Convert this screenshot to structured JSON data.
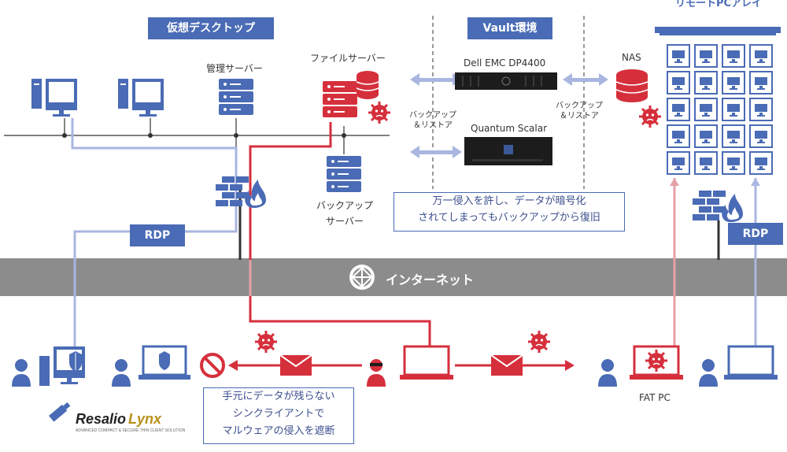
{
  "sections": {
    "virtual_desktop": "仮想デスクトップ",
    "vault": "Vault環境",
    "remote_pc_array": "リモートPCアレイ"
  },
  "labels": {
    "mgmt_server": "管理サーバー",
    "file_server": "ファイルサーバー",
    "backup_server_1": "バックアップ",
    "backup_server_2": "サーバー",
    "dell": "Dell EMC DP4400",
    "quantum": "Quantum Scalar",
    "nas": "NAS",
    "backup_restore_1": "バックアップ",
    "backup_restore_2": "＆リストア",
    "backup_restore_3": "バックアップ",
    "backup_restore_4": "＆リストア",
    "rdp_left": "RDP",
    "rdp_right": "RDP",
    "internet": "インターネット",
    "fat_pc": "FAT PC"
  },
  "notes": {
    "vault_note_1": "万一侵入を許し、データが暗号化",
    "vault_note_2": "されてしまってもバックアップから復旧",
    "client_note_1": "手元にデータが残らない",
    "client_note_2": "シンクライアントで",
    "client_note_3": "マルウェアの侵入を遮断"
  },
  "logo": {
    "brand": "Resalio",
    "product": "Lynx",
    "tagline": "ADVANCED COMPACT & SECURE THIN CLIENT SOLUTION"
  },
  "colors": {
    "blue": "#4a6bb5",
    "red": "#d62f3c",
    "gray_band": "#8c8c8c",
    "light_blue": "#a9b6e0",
    "light_red": "#e6a0a6"
  }
}
